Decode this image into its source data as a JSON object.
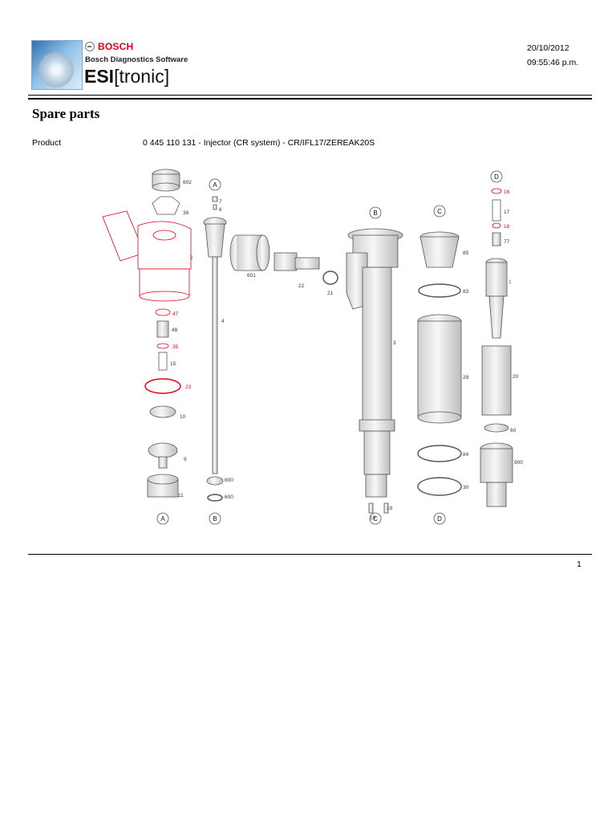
{
  "header": {
    "brand": "BOSCH",
    "software": "Bosch Diagnostics Software",
    "product_name_bold": "ESI",
    "product_name_rest": "[tronic]",
    "date": "20/10/2012",
    "time": "09:55:46 p.m."
  },
  "section_title": "Spare parts",
  "product": {
    "label": "Product",
    "value": "0 445 110 131 - Injector (CR system) - CR/IFL17/ZEREAK20S"
  },
  "diagram": {
    "group_labels": {
      "a": "A",
      "b": "B",
      "c": "C",
      "d": "D"
    },
    "parts": {
      "p602": "602",
      "p36": "36",
      "p2": "2",
      "p47": "47",
      "p48": "48",
      "p35": "35",
      "p15": "15",
      "p23": "23",
      "p10": "10",
      "p9": "9",
      "p11": "11",
      "p7": "7",
      "p6": "6",
      "p4": "4",
      "p800": "800",
      "p600": "600",
      "p601": "601",
      "p22": "22",
      "p21": "21",
      "p3": "3",
      "p19": "19",
      "p85": "85",
      "p83": "83",
      "p29": "29",
      "p84": "84",
      "p30": "30",
      "p16": "16",
      "p17": "17",
      "p18": "18",
      "p77": "77",
      "p1": "1",
      "p20": "20",
      "p60": "60",
      "p900": "900"
    }
  },
  "accent_color": "#e2001a",
  "page_number": "1"
}
